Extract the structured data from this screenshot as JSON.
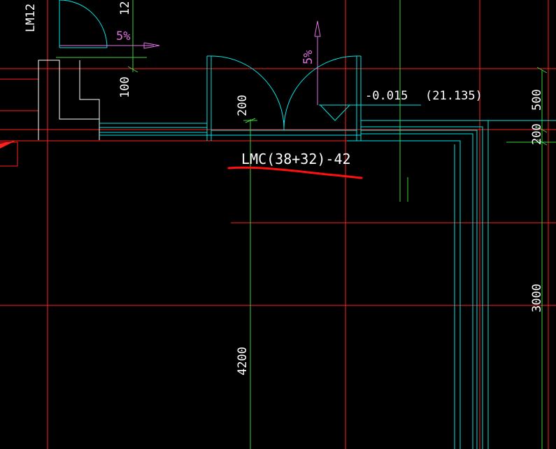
{
  "labels": {
    "lm12": "LM12",
    "dim_12": "12",
    "slope_left": "5%",
    "slope_right": "5%",
    "dim_100": "100",
    "dim_200_top": "200",
    "elev_minus": "-0.015",
    "elev_paren": "(21.135)",
    "door_label": "LMC(38+32)-42",
    "dim_500": "500",
    "dim_200_right": "200",
    "dim_3000": "3000",
    "dim_4200": "4200"
  },
  "colors": {
    "background": "#000000",
    "red_line": "#ff2020",
    "cyan_line": "#00e5e5",
    "green_line": "#3cd23c",
    "white_line": "#ffffff",
    "text_white": "#ffffff",
    "magenta": "#e070e0",
    "markup_red": "#ff1010"
  }
}
